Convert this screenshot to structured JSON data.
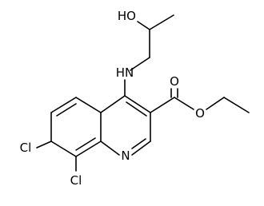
{
  "diagram": {
    "type": "chemical-structure",
    "atom_labels": {
      "hydroxyl": "HO",
      "amine": "HN",
      "carbonyl_oxygen": "O",
      "ester_oxygen": "O",
      "ring_nitrogen": "N",
      "chlorine_7": "Cl",
      "chlorine_8": "Cl"
    },
    "colors": {
      "bond": "#000000",
      "background": "#ffffff"
    }
  }
}
